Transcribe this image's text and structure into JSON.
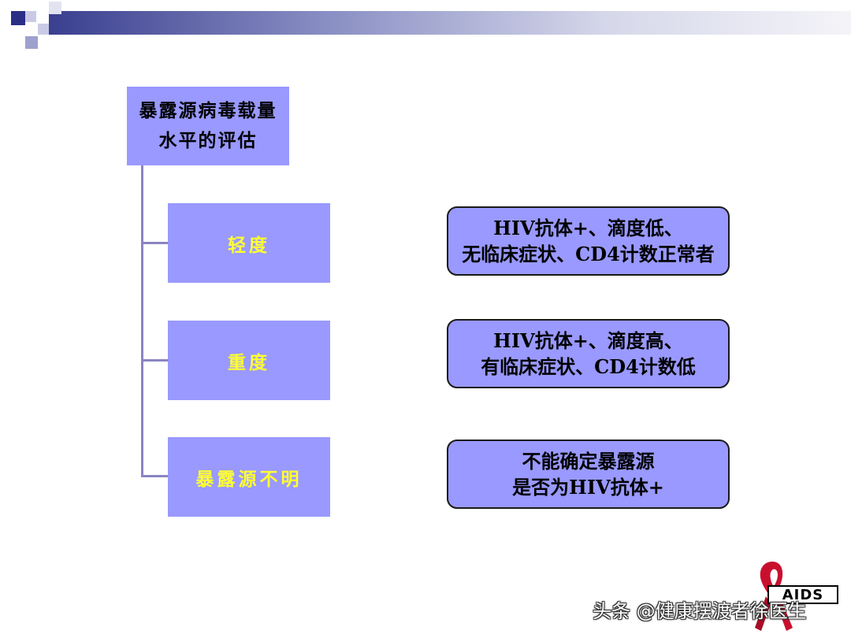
{
  "root": {
    "line1": "暴露源病毒载量",
    "line2": "水平的评估"
  },
  "categories": [
    {
      "label": "轻度",
      "desc_line1": "HIV抗体+、滴度低、",
      "desc_line2": "无临床症状、CD4计数正常者"
    },
    {
      "label": "重度",
      "desc_line1": "HIV抗体+、滴度高、",
      "desc_line2": "有临床症状、CD4计数低"
    },
    {
      "label": "暴露源不明",
      "desc_line1": "不能确定暴露源",
      "desc_line2": "是否为HIV抗体+"
    }
  ],
  "logo": {
    "text": "AIDS"
  },
  "watermark": {
    "text": "头条 @健康摆渡者徐医生"
  },
  "colors": {
    "box_fill": "#9999ff",
    "category_text": "#ffff33",
    "connector": "#8a84c2",
    "header_dark": "#2b2f86"
  }
}
